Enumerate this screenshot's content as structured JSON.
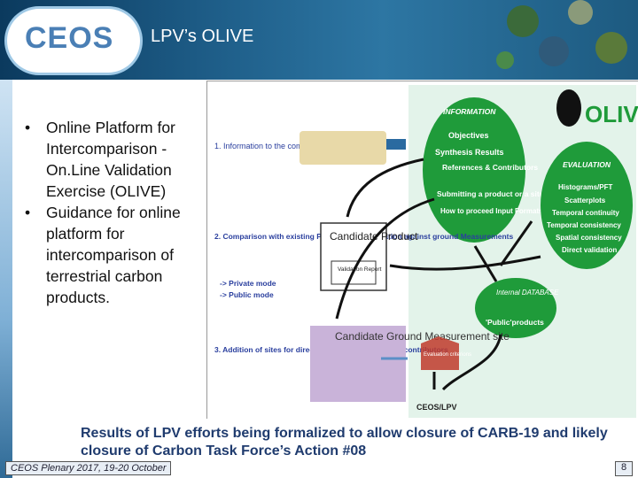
{
  "header": {
    "logo_text": "CEOS",
    "title": "LPV’s OLIVE"
  },
  "bullets": [
    "Online Platform for Intercomparison - On.Line Validation Exercise (OLIVE)",
    "Guidance for online platform for intercomparison of terrestrial carbon products."
  ],
  "diagram": {
    "olive_logo": "OLIVE",
    "left_steps": [
      "1. Information to the community",
      "2. Comparison with existing Products and validation against ground Measurements",
      "-> Private mode",
      "-> Public mode",
      "3. Addition of sites for direct validation by individual contributors"
    ],
    "candidate_product": {
      "title": "Candidate Product",
      "report": "Validation Report"
    },
    "candidate_site": "Candidate Ground Measurement site",
    "evaluation_criterions": "Evaluation criterions",
    "information": {
      "heading": "INFORMATION",
      "items": [
        "Objectives",
        "Synthesis Results",
        "References & Contributors",
        "Submitting a product or a site",
        "How to proceed Input Formats"
      ]
    },
    "evaluation": {
      "heading": "EVALUATION",
      "items": [
        "Histograms/PFT",
        "Scatterplots",
        "Temporal continuity",
        "Temporal consistency",
        "Spatial consistency",
        "Direct validation"
      ]
    },
    "database": {
      "heading": "Internal DATABASE",
      "public": "'Public'products"
    },
    "ceos_lpv": "CEOS/LPV"
  },
  "result_text": "Results of LPV efforts being formalized to allow closure of CARB-19 and likely closure of Carbon Task Force’s Action #08",
  "footer": {
    "left": "CEOS Plenary 2017, 19-20 October",
    "page": "8"
  },
  "colors": {
    "header_blue": "#1f5f8a",
    "green_node": "#1f9b3a",
    "purple_box": "#c9b3d9",
    "result_blue": "#1f3b6e",
    "step_blue": "#2a3f9e"
  }
}
